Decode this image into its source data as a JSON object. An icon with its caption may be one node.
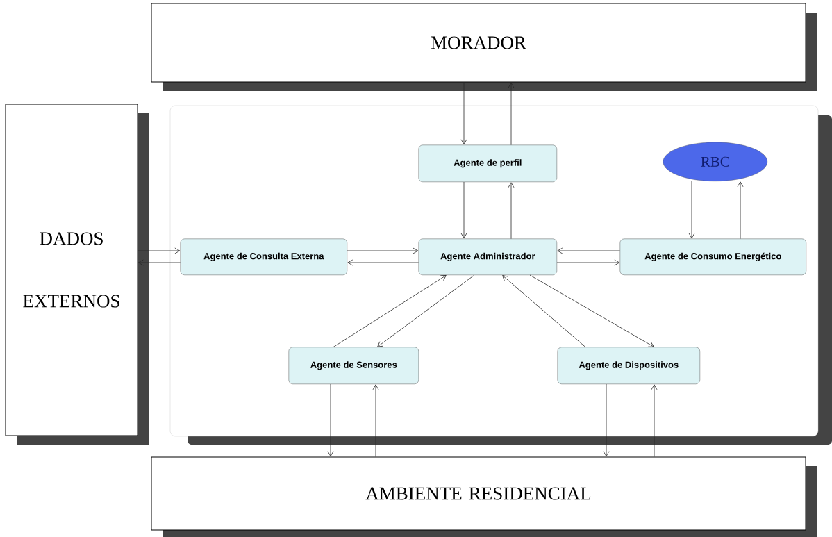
{
  "diagram": {
    "nodes": [
      {
        "text": [
          "MORADOR"
        ]
      },
      {
        "text": [
          "DADOS EXTERNOS"
        ]
      },
      {
        "text": [],
        "shape": "box"
      },
      {
        "text": [
          "Agente de perfil"
        ],
        "in": 2
      },
      {
        "text": [
          "RBC"
        ],
        "in": 2
      },
      {
        "text": [
          "Agente de Consulta Externa"
        ],
        "in": 2
      },
      {
        "text": [
          "Agente Administrador"
        ],
        "in": 2
      },
      {
        "text": [
          "Agente de Consumo Energético"
        ],
        "in": 2
      },
      {
        "text": [
          "Agente de Sensores"
        ],
        "in": 2
      },
      {
        "text": [
          "Agente de Dispositivos"
        ],
        "in": 2
      },
      {
        "text": [
          "AMBIENTE RESIDENCIAL"
        ]
      }
    ],
    "edges": [
      {
        "from": 0,
        "to": 3,
        "arrow": "to"
      },
      {
        "from": 3,
        "to": 0,
        "arrow": "to"
      },
      {
        "from": 3,
        "to": 6,
        "arrow": "to"
      },
      {
        "from": 6,
        "to": 3,
        "arrow": "to"
      },
      {
        "from": 4,
        "to": 7,
        "arrow": "to"
      },
      {
        "from": 7,
        "to": 4,
        "arrow": "to"
      },
      {
        "from": 1,
        "to": 5,
        "arrow": "to"
      },
      {
        "from": 5,
        "to": 1,
        "arrow": "to"
      },
      {
        "from": 5,
        "to": 6,
        "arrow": "to"
      },
      {
        "from": 6,
        "to": 5,
        "arrow": "to"
      },
      {
        "from": 7,
        "to": 6,
        "arrow": "to"
      },
      {
        "from": 6,
        "to": 7,
        "arrow": "to"
      },
      {
        "from": 8,
        "to": 6,
        "arrow": "to"
      },
      {
        "from": 6,
        "to": 8,
        "arrow": "to"
      },
      {
        "from": 9,
        "to": 6,
        "arrow": "to"
      },
      {
        "from": 6,
        "to": 9,
        "arrow": "to"
      },
      {
        "from": 8,
        "to": 10,
        "arrow": "to"
      },
      {
        "from": 10,
        "to": 8,
        "arrow": "to"
      },
      {
        "from": 9,
        "to": 10,
        "arrow": "to"
      },
      {
        "from": 10,
        "to": 9,
        "arrow": "to"
      }
    ]
  }
}
